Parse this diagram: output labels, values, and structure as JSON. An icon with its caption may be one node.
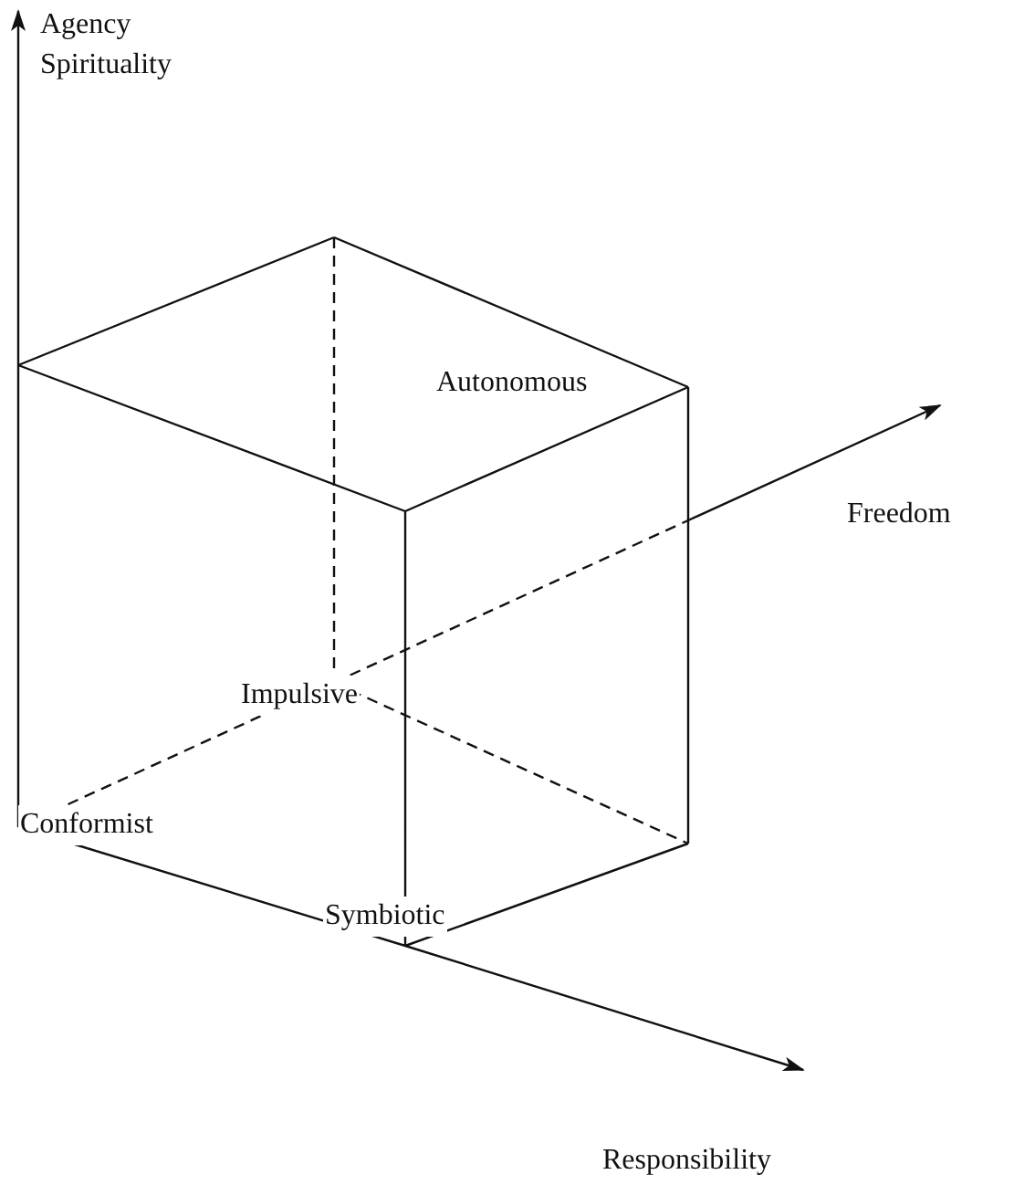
{
  "diagram": {
    "labels": [
      "Agency Spirituality",
      "Autonomous",
      "Freedom",
      "Impulsive",
      "Conformist",
      "Symbiotic",
      "Responsibility"
    ]
  }
}
